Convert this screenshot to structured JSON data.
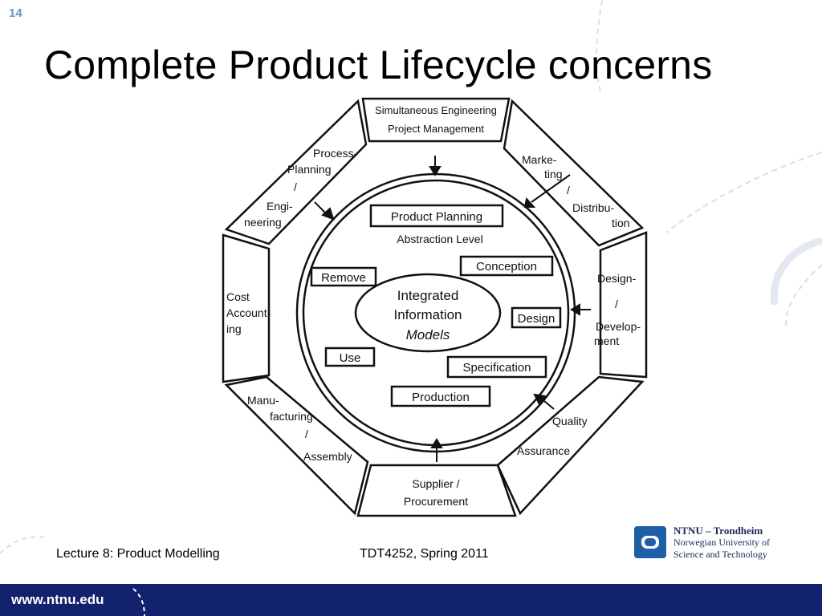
{
  "slide_number": "14",
  "title": "Complete Product Lifecycle concerns",
  "diagram": {
    "outer_segments": {
      "top": [
        "Simultaneous Engineering",
        "Project Management"
      ],
      "top_right": [
        "Marke-",
        "ting",
        "/",
        "Distribu-",
        "tion"
      ],
      "right": [
        "Design-",
        "/",
        "Develop-",
        "ment"
      ],
      "bottom_right": [
        "Quality",
        "Assurance"
      ],
      "bottom": [
        "Supplier /",
        "Procurement"
      ],
      "bottom_left": [
        "Manu-",
        "facturing",
        "/",
        "Assembly"
      ],
      "left": [
        "Cost",
        "Account-",
        "ing"
      ],
      "top_left": [
        "Process-",
        "Planning",
        "/",
        "Engi-",
        "neering"
      ]
    },
    "inner": {
      "product_planning": "Product Planning",
      "abstraction_level": "Abstraction Level",
      "conception": "Conception",
      "remove": "Remove",
      "design": "Design",
      "use": "Use",
      "specification": "Specification",
      "production": "Production",
      "core": [
        "Integrated",
        "Information",
        "Models"
      ]
    }
  },
  "footer": {
    "lecture": "Lecture 8: Product Modelling",
    "course": "TDT4252, Spring 2011"
  },
  "logo": {
    "line1": "NTNU – Trondheim",
    "line2": "Norwegian University of",
    "line3": "Science and Technology",
    "color": "#1f5fa8"
  },
  "website": "www.ntnu.edu",
  "colors": {
    "bar": "#13226e",
    "slide_number": "#6f90c8",
    "decoration": "#c9d3e6"
  }
}
